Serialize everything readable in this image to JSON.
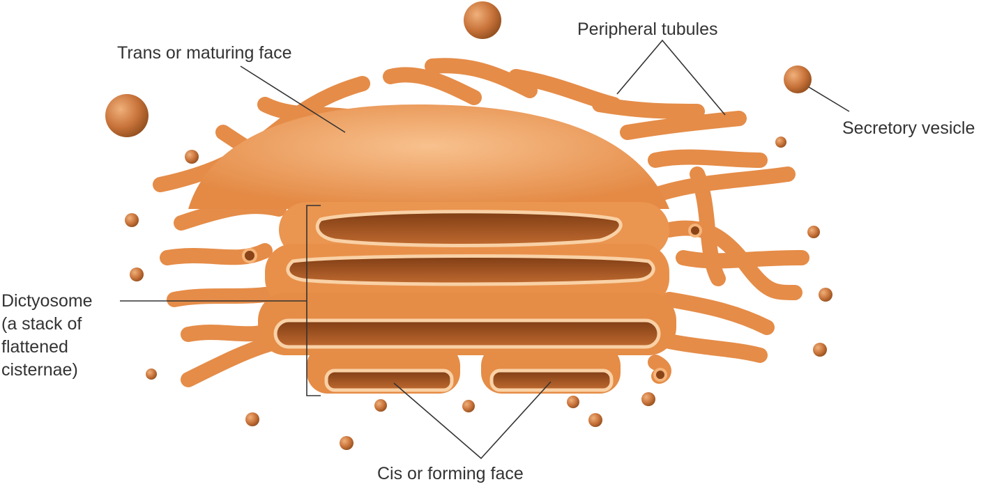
{
  "labels": {
    "trans_face": "Trans or maturing face",
    "peripheral_tubules": "Peripheral tubules",
    "secretory_vesicle": "Secretory vesicle",
    "dictyosome": [
      "Dictyosome",
      "(a stack of",
      "flattened",
      "cisternae)"
    ],
    "cis_face": "Cis or forming face"
  },
  "colors": {
    "organelle": "#e8924a",
    "organelle_light": "#f6b57a",
    "lumen": "#9a4f1e",
    "leader_line": "#333333"
  }
}
